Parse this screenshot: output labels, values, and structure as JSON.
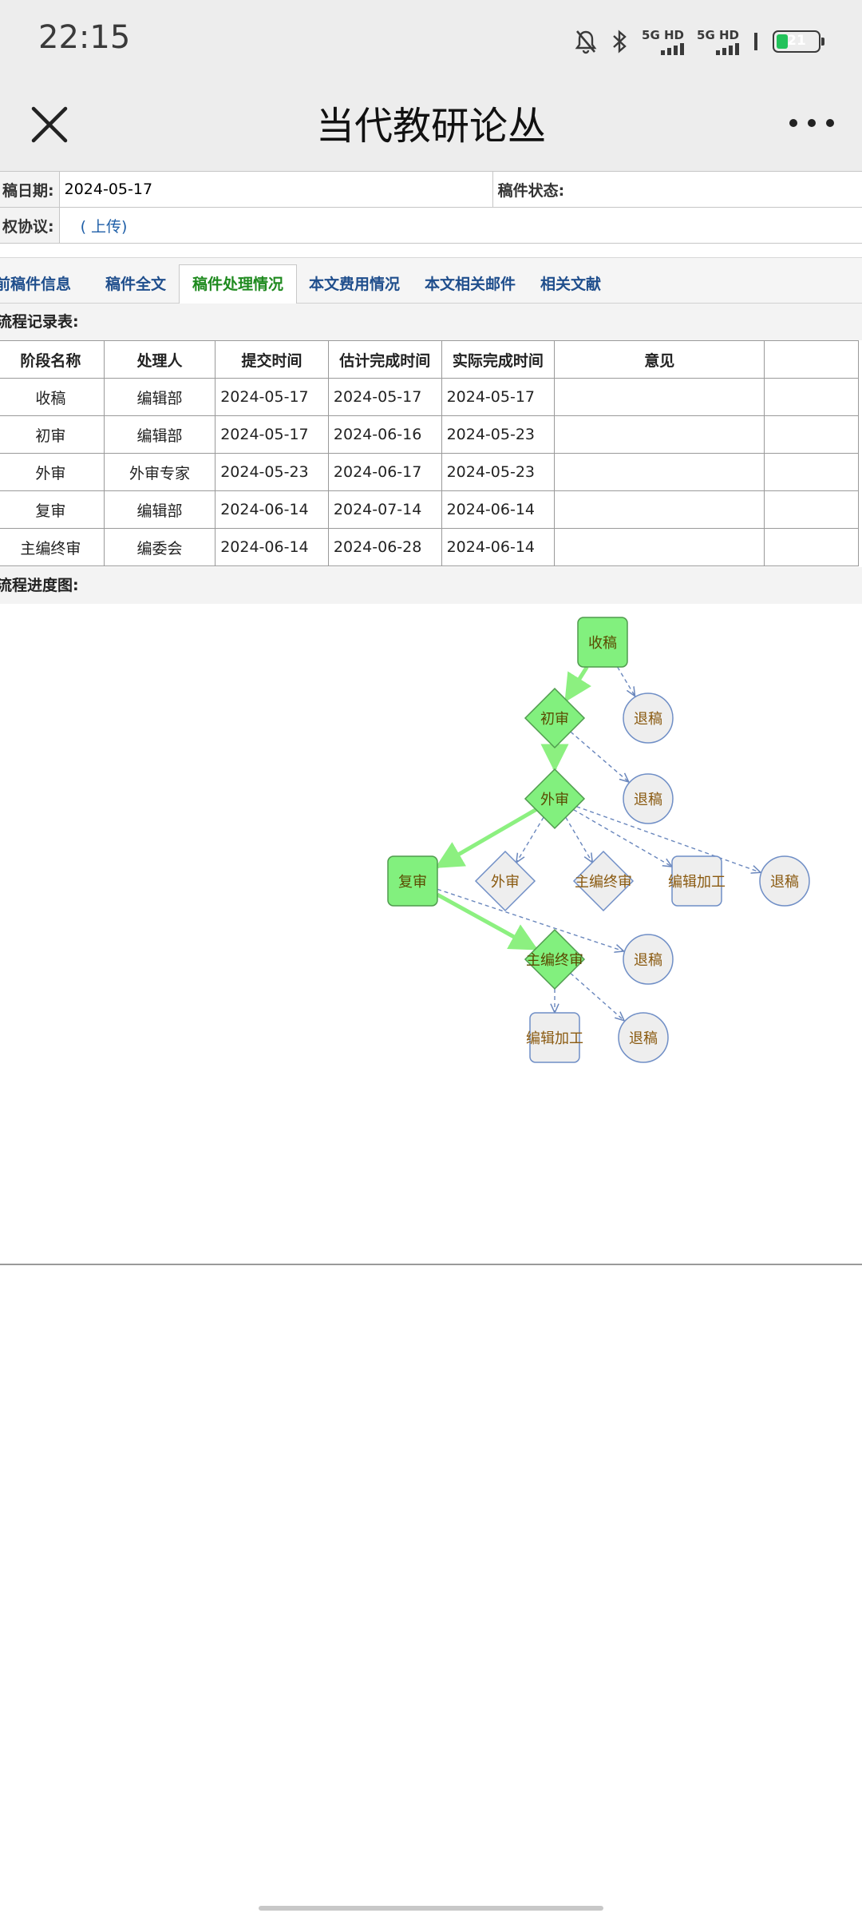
{
  "status": {
    "time": "22:15",
    "sim1": "5G HD",
    "sim2": "5G HD",
    "battery": "21"
  },
  "header": {
    "title": "当代教研论丛"
  },
  "info": {
    "date_label": "稿日期:",
    "date_value": "2024-05-17",
    "status_label": "稿件状态:",
    "status_value": "",
    "agreement_label": "权协议:",
    "agreement_link": "( 上传)"
  },
  "tabs": [
    "前稿件信息",
    "稿件全文",
    "稿件处理情况",
    "本文费用情况",
    "本文相关邮件",
    "相关文献"
  ],
  "sections": {
    "records": "流程记录表:",
    "progress": "流程进度图:"
  },
  "table": {
    "headers": [
      "阶段名称",
      "处理人",
      "提交时间",
      "估计完成时间",
      "实际完成时间",
      "意见",
      ""
    ],
    "rows": [
      [
        "收稿",
        "编辑部",
        "2024-05-17",
        "2024-05-17",
        "2024-05-17",
        "",
        ""
      ],
      [
        "初审",
        "编辑部",
        "2024-05-17",
        "2024-06-16",
        "2024-05-23",
        "",
        ""
      ],
      [
        "外审",
        "外审专家",
        "2024-05-23",
        "2024-06-17",
        "2024-05-23",
        "",
        ""
      ],
      [
        "复审",
        "编辑部",
        "2024-06-14",
        "2024-07-14",
        "2024-06-14",
        "",
        ""
      ],
      [
        "主编终审",
        "编委会",
        "2024-06-14",
        "2024-06-28",
        "2024-06-14",
        "",
        ""
      ]
    ]
  },
  "flow": {
    "colors": {
      "done_fill": "#82f07e",
      "done_stroke": "#4f9b4d",
      "pending_fill": "#eeeeee",
      "pending_stroke": "#6f8ec6",
      "done_edge": "#8cf080",
      "pending_edge": "#6a87bd",
      "label": "#8a5a10",
      "done_label": "#5a4a00"
    },
    "nodes": [
      {
        "id": "n1",
        "label": "收稿",
        "shape": "rect",
        "done": true
      },
      {
        "id": "n2",
        "label": "退稿",
        "shape": "circle",
        "done": false
      },
      {
        "id": "n3",
        "label": "初审",
        "shape": "diamond",
        "done": true
      },
      {
        "id": "n4",
        "label": "退稿",
        "shape": "circle",
        "done": false
      },
      {
        "id": "n5",
        "label": "外审",
        "shape": "diamond",
        "done": true
      },
      {
        "id": "n6",
        "label": "复审",
        "shape": "rect",
        "done": true
      },
      {
        "id": "n7",
        "label": "外审",
        "shape": "diamond",
        "done": false
      },
      {
        "id": "n8",
        "label": "主编终审",
        "shape": "diamond",
        "done": false
      },
      {
        "id": "n9",
        "label": "编辑加工",
        "shape": "rect",
        "done": false
      },
      {
        "id": "n10",
        "label": "退稿",
        "shape": "circle",
        "done": false
      },
      {
        "id": "n11",
        "label": "主编终审",
        "shape": "diamond",
        "done": true
      },
      {
        "id": "n12",
        "label": "退稿",
        "shape": "circle",
        "done": false
      },
      {
        "id": "n13",
        "label": "编辑加工",
        "shape": "rect",
        "done": false
      },
      {
        "id": "n14",
        "label": "退稿",
        "shape": "circle",
        "done": false
      }
    ],
    "edges": [
      {
        "from": "n1",
        "to": "n3",
        "done": true
      },
      {
        "from": "n1",
        "to": "n2",
        "done": false
      },
      {
        "from": "n3",
        "to": "n5",
        "done": true
      },
      {
        "from": "n3",
        "to": "n4",
        "done": false
      },
      {
        "from": "n5",
        "to": "n6",
        "done": true
      },
      {
        "from": "n5",
        "to": "n7",
        "done": false
      },
      {
        "from": "n5",
        "to": "n8",
        "done": false
      },
      {
        "from": "n5",
        "to": "n9",
        "done": false
      },
      {
        "from": "n5",
        "to": "n10",
        "done": false
      },
      {
        "from": "n6",
        "to": "n11",
        "done": true
      },
      {
        "from": "n6",
        "to": "n12",
        "done": false
      },
      {
        "from": "n11",
        "to": "n13",
        "done": false
      },
      {
        "from": "n11",
        "to": "n14",
        "done": false
      }
    ]
  }
}
